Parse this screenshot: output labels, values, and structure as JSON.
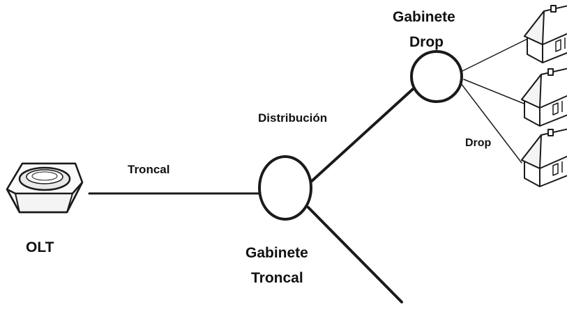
{
  "diagram": {
    "nodes": {
      "olt": {
        "label": "OLT",
        "icon": "olt-device-icon"
      },
      "gabinete_troncal": {
        "label_line1": "Gabinete",
        "label_line2": "Troncal",
        "icon": "cabinet-ellipse-icon"
      },
      "gabinete_drop": {
        "label_line1": "Gabinete",
        "label_line2": "Drop",
        "icon": "cabinet-circle-icon"
      },
      "houses": [
        {
          "icon": "house-icon"
        },
        {
          "icon": "house-icon"
        },
        {
          "icon": "house-icon"
        }
      ]
    },
    "links": {
      "troncal": {
        "label": "Troncal"
      },
      "distribucion": {
        "label": "Distribución"
      },
      "drop": {
        "label": "Drop"
      }
    },
    "colors": {
      "line": "#1a1a1a",
      "background": "#ffffff",
      "icon_fill": "#f4f4f4"
    }
  }
}
